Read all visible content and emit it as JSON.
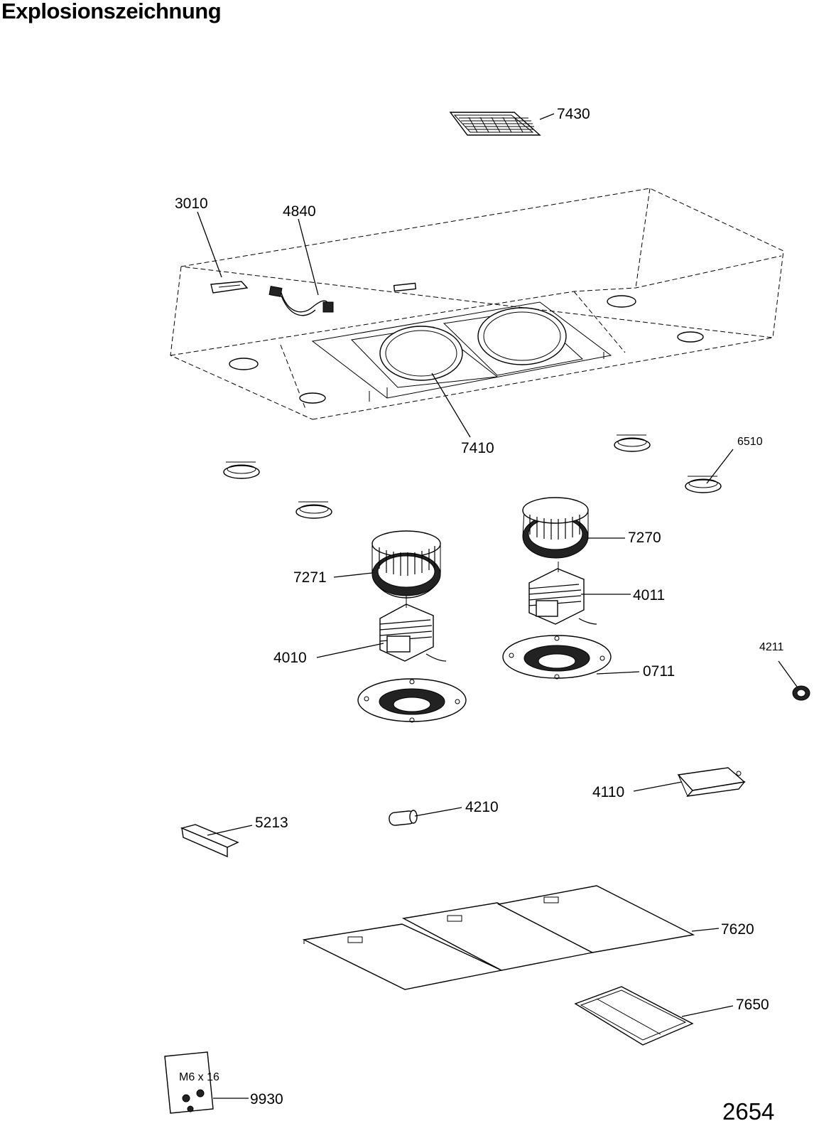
{
  "title": "Explosionszeichnung",
  "drawing_number": "2654",
  "parts": {
    "p7430": "7430",
    "p3010": "3010",
    "p4840": "4840",
    "p7410": "7410",
    "p6510": "6510",
    "p7270": "7270",
    "p7271": "7271",
    "p4011": "4011",
    "p4010": "4010",
    "p0711": "0711",
    "p4211": "4211",
    "p4110": "4110",
    "p4210": "4210",
    "p5213": "5213",
    "p7620": "7620",
    "p7650": "7650",
    "p9930": "9930"
  },
  "bag_text": "M6 x 16"
}
